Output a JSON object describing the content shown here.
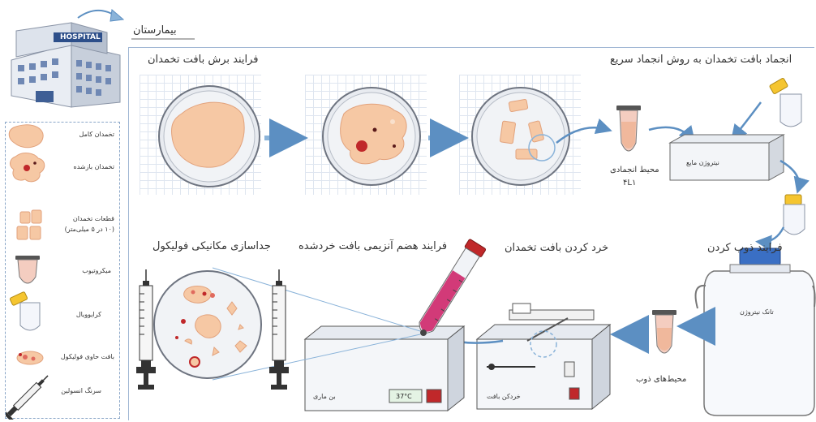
{
  "hospital": {
    "sign": "HOSPITAL",
    "label": "بیمارستان"
  },
  "legend": {
    "items": [
      {
        "label": "تخمدان کامل",
        "icon": "whole-ovary-icon"
      },
      {
        "label": "تخمدان بازشده",
        "icon": "opened-ovary-icon"
      },
      {
        "label": "قطعات تخمدان",
        "label2": "(۱۰ در ۵ میلی‌متر)",
        "icon": "ovary-fragments-icon"
      },
      {
        "label": "میکروتیوب",
        "icon": "microtube-icon"
      },
      {
        "label": "کرایوویال",
        "icon": "cryovial-icon"
      },
      {
        "label": "بافت حاوی فولیکول",
        "icon": "follicle-tissue-icon"
      },
      {
        "label": "سرنگ انسولین",
        "icon": "insulin-syringe-icon"
      }
    ]
  },
  "steps": {
    "cutting": "فرایند برش بافت تخمدان",
    "freezing": "انجماد بافت تخمدان به روش انجماد سریع",
    "freeze_medium": "محیط انجمادی",
    "freeze_medium_code": "۴L۱",
    "ln2_box": "نیتروژن مایع",
    "thawing": "فرایند ذوب کردن",
    "ln2_tank": "تانک نیتروژن",
    "thaw_media": "محیط‌های ذوب",
    "mincing": "خرد کردن بافت تخمدان",
    "mincer": "خردکن بافت",
    "digestion": "فرایند هضم آنزیمی بافت خردشده",
    "water_bath": "بن ماری",
    "temperature": "37°C",
    "mechanical": "جداسازی مکانیکی فولیکول"
  },
  "colors": {
    "tissue": "#f6c8a4",
    "tissue_edge": "#e2a27c",
    "follicle": "#c0282a",
    "arrow": "#8ab3d9",
    "arrow_edge": "#5c8fc2",
    "cap_blue": "#3a6fc4",
    "enzyme_pink": "#d23a78"
  }
}
